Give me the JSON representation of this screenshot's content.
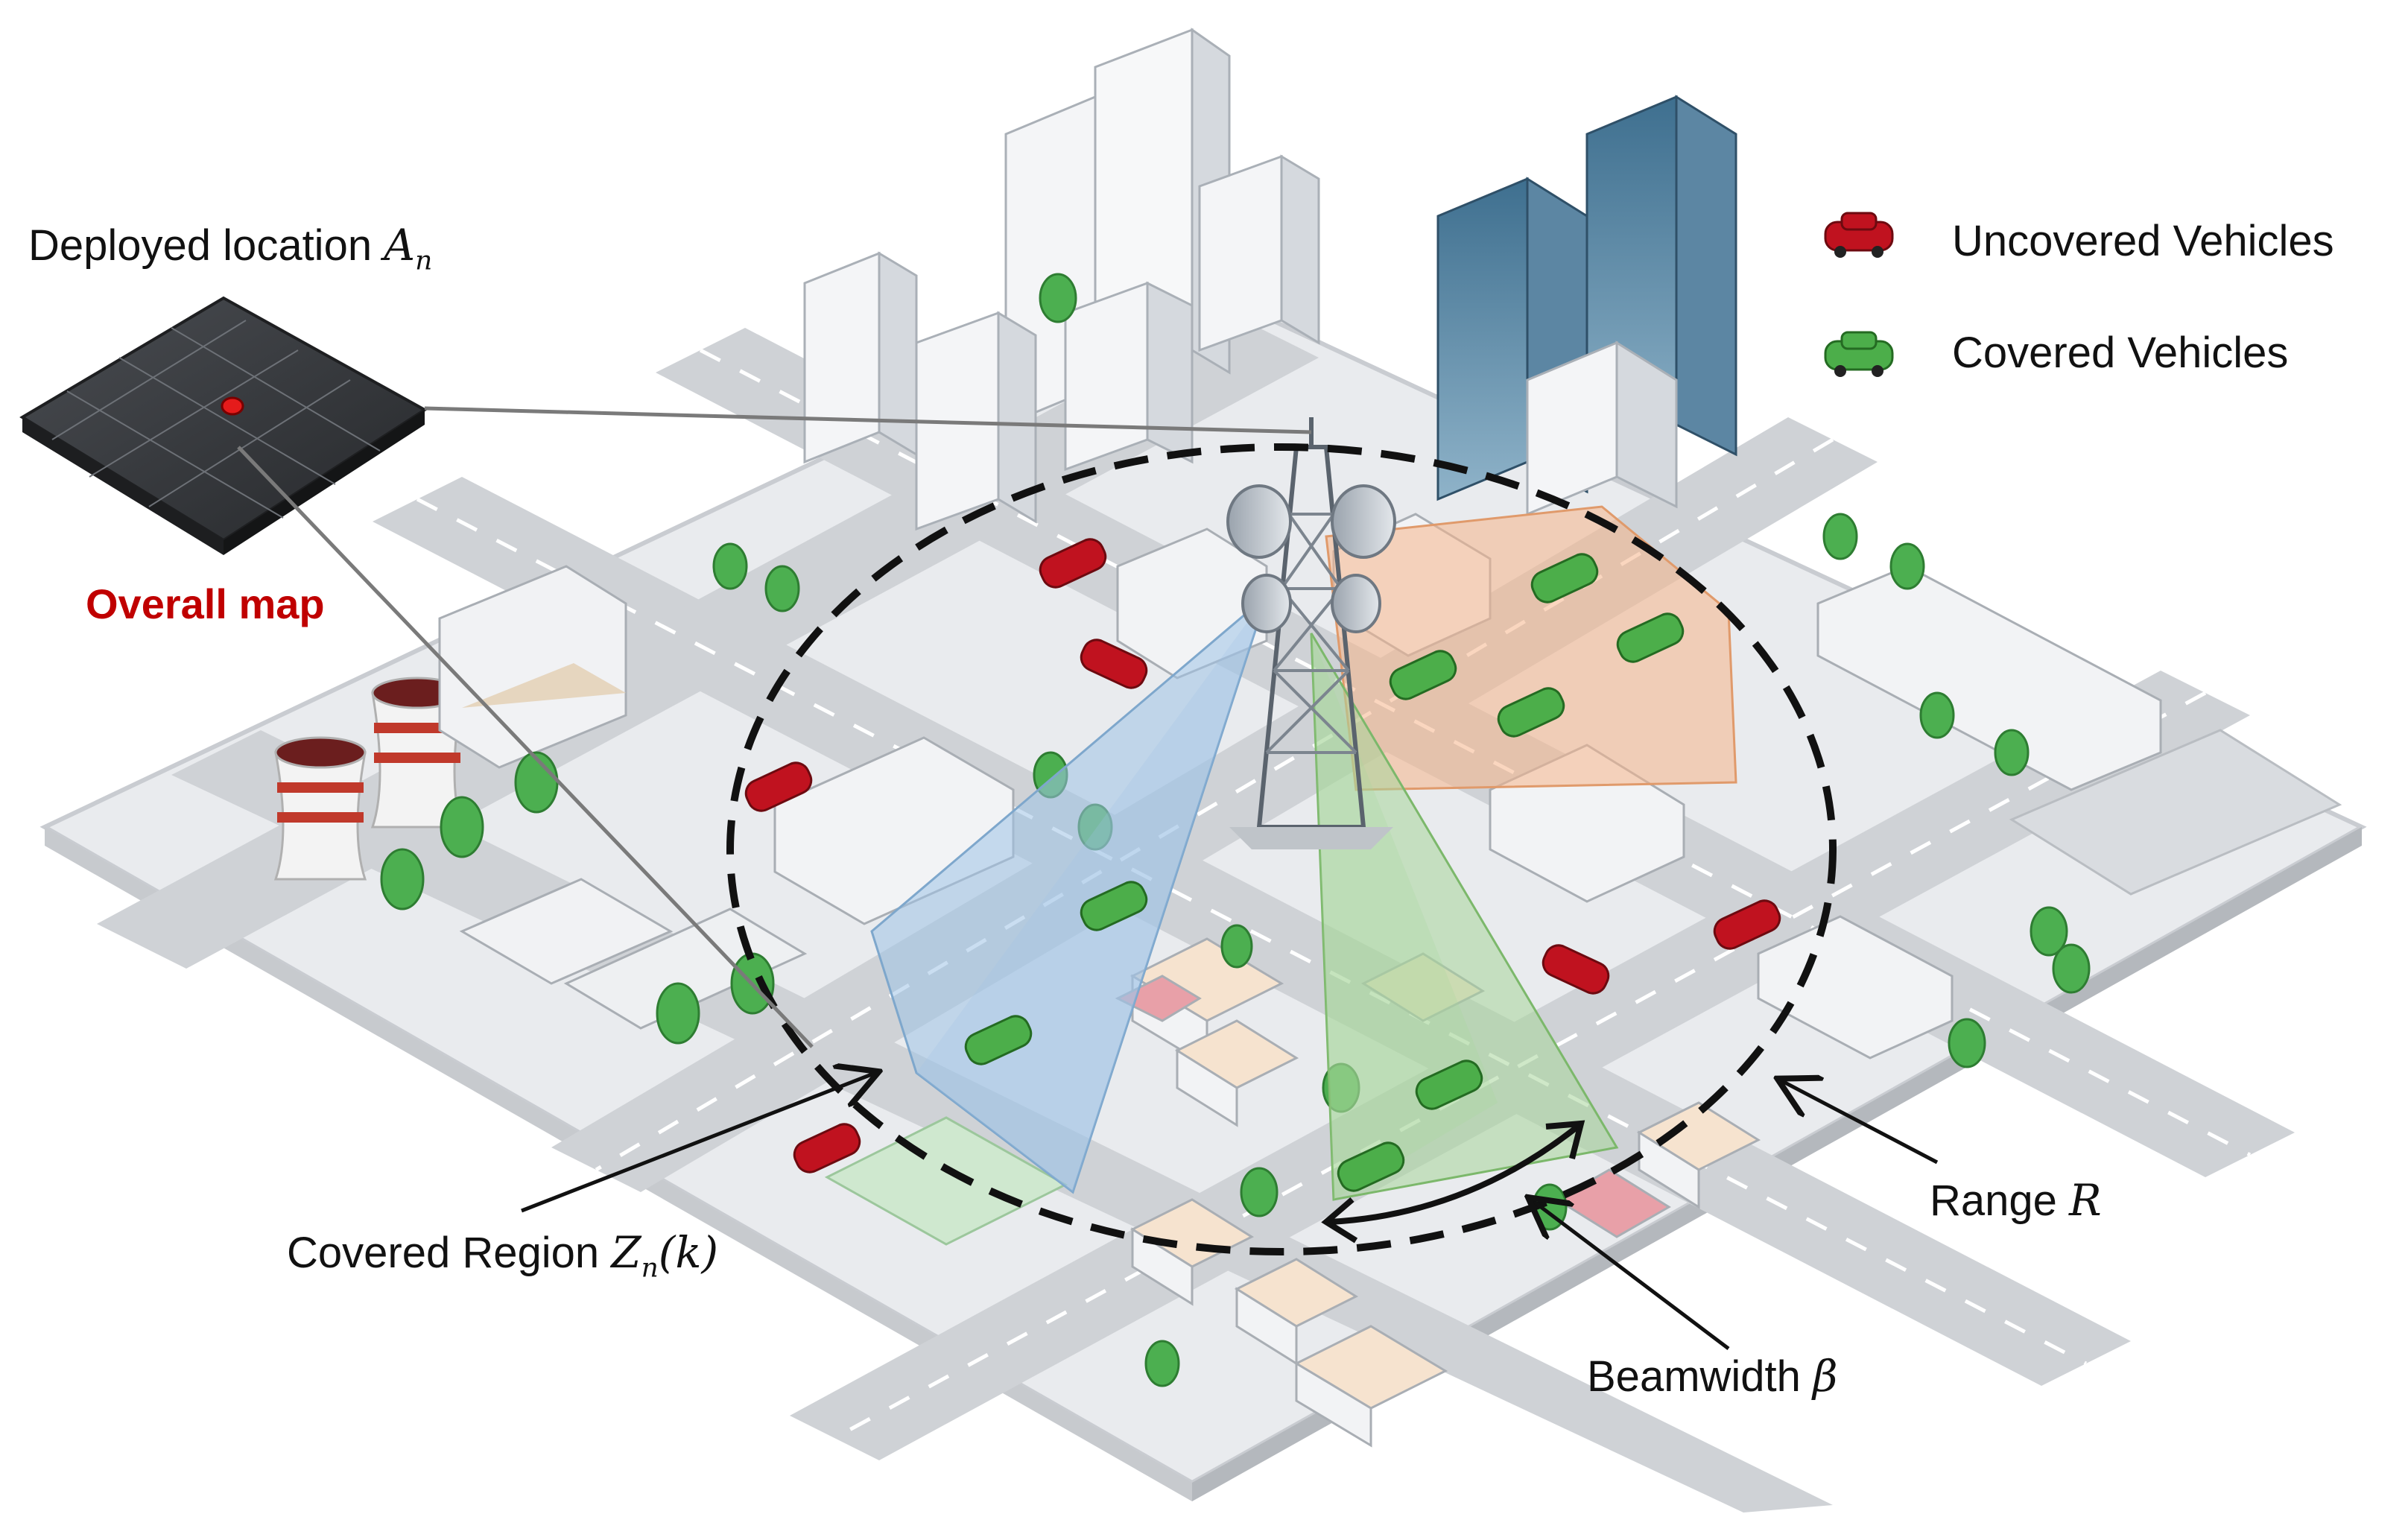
{
  "labels": {
    "deployed_location": "Deployed location",
    "deployed_symbol": "A",
    "deployed_sub": "n",
    "overall_map": "Overall map",
    "covered_region": "Covered Region",
    "covered_symbol": "Z",
    "covered_sub": "n",
    "covered_arg": "(k)",
    "range": "Range",
    "range_symbol": "R",
    "beamwidth": "Beamwidth",
    "beamwidth_symbol": "β"
  },
  "legend": {
    "uncovered": "Uncovered Vehicles",
    "covered": "Covered Vehicles"
  },
  "colors": {
    "uncovered_vehicle": "#c0121f",
    "covered_vehicle": "#3f9a3a",
    "overall_map_text": "#c00000",
    "beam_blue": "#9ec3e6",
    "beam_orange": "#f5b48a",
    "beam_green": "#a8d69a",
    "road": "#cfd2d6",
    "ground": "#e9ebee"
  }
}
